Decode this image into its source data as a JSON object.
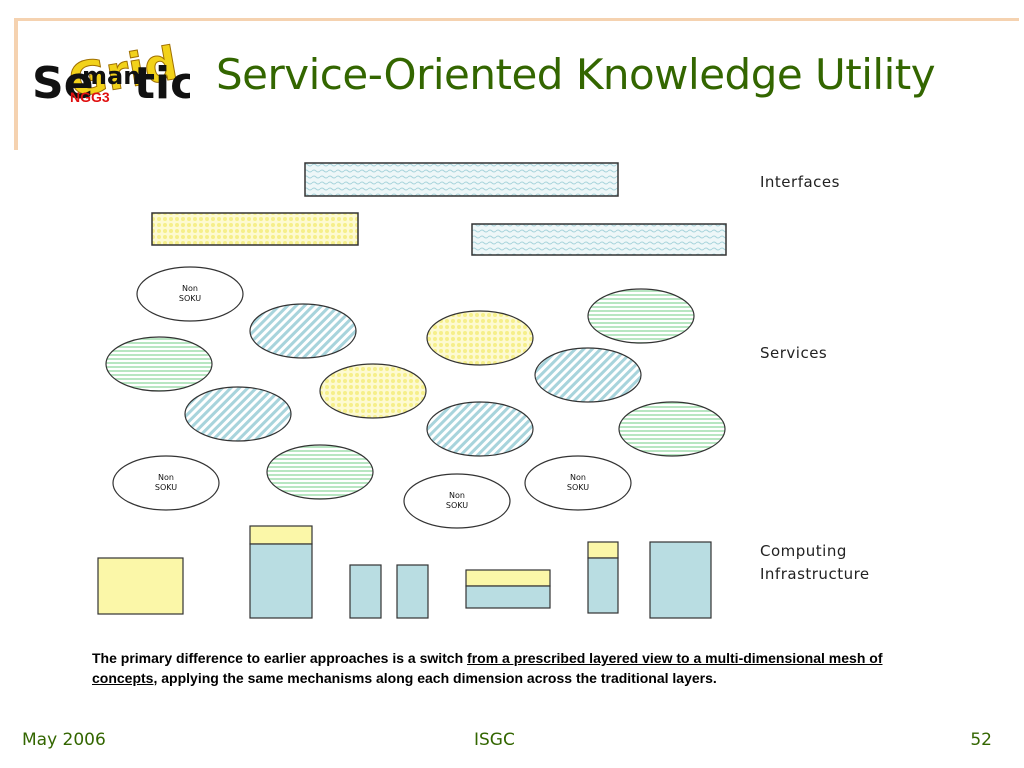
{
  "slide": {
    "title": "Service-Oriented Knowledge Utility",
    "logo": {
      "word_se": "Se",
      "word_man": "man",
      "word_tic": "tic",
      "word_grid": "Grid",
      "badge": "NGG3"
    }
  },
  "diagram": {
    "layers": [
      "Interfaces",
      "Services",
      "Computing",
      "Infrastructure"
    ],
    "non_soku_line1": "Non",
    "non_soku_line2": "SOKU"
  },
  "caption": {
    "text_before": "The primary difference to earlier approaches is a switch ",
    "text_underlined": "from a prescribed layered view to a multi-dimensional mesh of concepts",
    "text_after": ", applying the same mechanisms along each dimension across the traditional layers."
  },
  "footer": {
    "date": "May 2006",
    "center": "ISGC",
    "page": "52"
  },
  "colors": {
    "title": "#336600",
    "blue_fill": "#b9dde2",
    "yellow_fill": "#fbf7a8",
    "green_fill": "#cdeed5"
  }
}
